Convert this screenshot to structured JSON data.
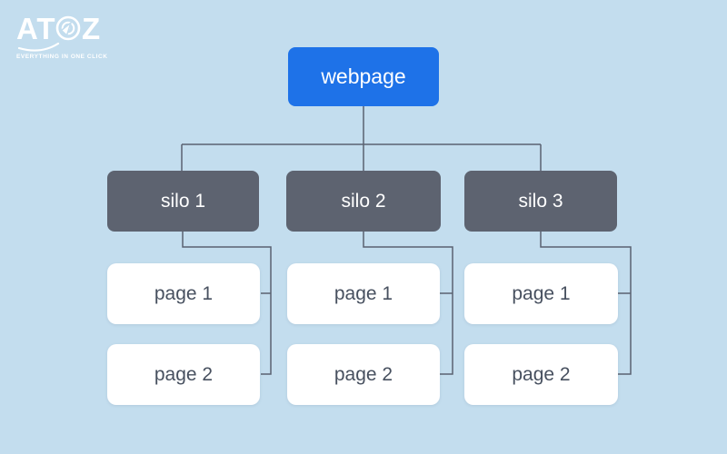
{
  "logo": {
    "brand_left": "AT",
    "brand_right": "Z",
    "tagline": "EVERYTHING IN ONE CLICK",
    "icon": "cursor-target-icon"
  },
  "diagram": {
    "root": {
      "label": "webpage"
    },
    "silos": [
      {
        "label": "silo 1",
        "pages": [
          "page 1",
          "page 2"
        ]
      },
      {
        "label": "silo 2",
        "pages": [
          "page 1",
          "page 2"
        ]
      },
      {
        "label": "silo 3",
        "pages": [
          "page 1",
          "page 2"
        ]
      }
    ],
    "colors": {
      "background": "#c3ddee",
      "root_box": "#1e72e8",
      "silo_box": "#5d6370",
      "page_box": "#ffffff",
      "connector": "#5a6270",
      "page_text": "#47505f"
    }
  }
}
